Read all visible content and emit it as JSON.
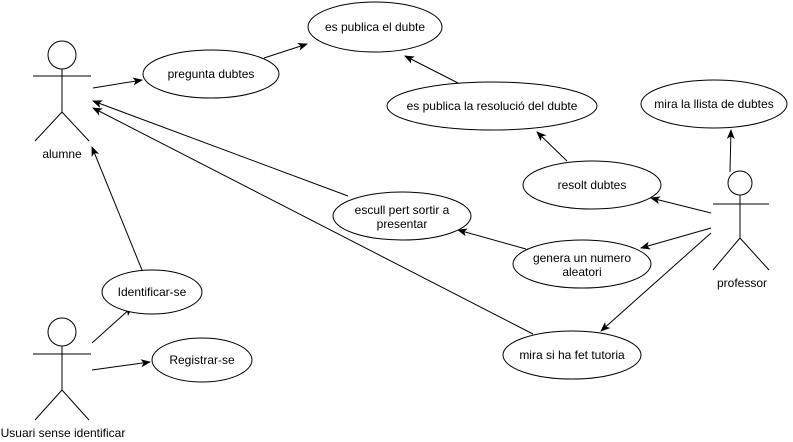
{
  "actors": {
    "alumne": {
      "label": "alumne"
    },
    "professor": {
      "label": "professor"
    },
    "usuari": {
      "label": "Usuari sense identificar"
    }
  },
  "use_cases": {
    "es_publica_dubte": {
      "lines": [
        "es publica el dubte"
      ]
    },
    "pregunta_dubtes": {
      "lines": [
        "pregunta dubtes"
      ]
    },
    "es_publica_resolucio": {
      "lines": [
        "es publica la resolució del dubte"
      ]
    },
    "mira_llista": {
      "lines": [
        "mira la llista de dubtes"
      ]
    },
    "resolt_dubtes": {
      "lines": [
        "resolt dubtes"
      ]
    },
    "escull_pert": {
      "lines": [
        "escull pert sortir a",
        "presentar"
      ]
    },
    "genera_numero": {
      "lines": [
        "genera un numero",
        "aleatori"
      ]
    },
    "identificar": {
      "lines": [
        "Identificar-se"
      ]
    },
    "registrar": {
      "lines": [
        "Registrar-se"
      ]
    },
    "mira_tutoria": {
      "lines": [
        "mira si ha fet tutoria"
      ]
    }
  },
  "relations": [
    {
      "from": "alumne",
      "to": "pregunta_dubtes"
    },
    {
      "from": "pregunta_dubtes",
      "to": "es_publica_dubte"
    },
    {
      "from": "es_publica_resolucio",
      "to": "es_publica_dubte"
    },
    {
      "from": "resolt_dubtes",
      "to": "es_publica_resolucio"
    },
    {
      "from": "professor",
      "to": "mira_llista"
    },
    {
      "from": "professor",
      "to": "resolt_dubtes"
    },
    {
      "from": "professor",
      "to": "genera_numero"
    },
    {
      "from": "genera_numero",
      "to": "escull_pert"
    },
    {
      "from": "escull_pert",
      "to": "alumne"
    },
    {
      "from": "mira_tutoria",
      "to": "alumne"
    },
    {
      "from": "professor",
      "to": "mira_tutoria"
    },
    {
      "from": "identificar",
      "to": "alumne"
    },
    {
      "from": "usuari",
      "to": "identificar"
    },
    {
      "from": "usuari",
      "to": "registrar"
    }
  ]
}
